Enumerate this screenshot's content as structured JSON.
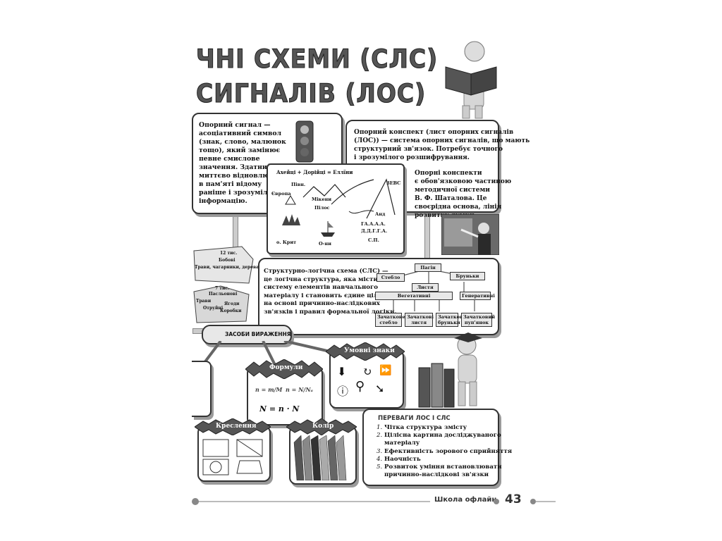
{
  "title": {
    "line1": "ЧНІ СХЕМИ (СЛС)",
    "line2": "СИГНАЛІВ (ЛОС)"
  },
  "support_signal": {
    "text": [
      "Опорний сигнал —",
      "асоціативний символ",
      "(знак, слово, малюнок",
      "тощо), який замінює",
      "певне смислове",
      "значення. Здатний",
      "миттєво відновлювати",
      "в пам'яті відому",
      "раніше і зрозумілу",
      "інформацію."
    ]
  },
  "support_notes": {
    "text": [
      "Опорний конспект (лист опорних сигналів",
      "(ЛОС)) — система опорних сигналів, що мають",
      "структурний зв'язок. Потребує точного",
      "і зрозумілого розшифрування."
    ],
    "text2": [
      "Опорні конспекти",
      "є обов'язковою частиною",
      "методичної системи",
      "В. Ф. Шаталова. Це",
      "своєрідна основа, лінія",
      "розвитку думки."
    ]
  },
  "map_diagram": {
    "header": "Ахейці + Дорійці = Еллїни",
    "labels": [
      "Півн.",
      "Європа",
      "Мікени",
      "Пілос",
      "ЗЕВС",
      "Анд",
      "о. Крит",
      "О-ни",
      "ГА.А.А.А.",
      "Д.Д.Г.Г.А.",
      "С.П."
    ]
  },
  "left_scraps": {
    "top": [
      "12 тис.",
      "Бобові",
      "Трави, чагарники, дерева"
    ],
    "bottom": [
      "7 тис.",
      "Пасльонові",
      "Трави",
      "Отруйні",
      "Ягоди",
      "Коробки"
    ]
  },
  "slc": {
    "text": [
      "Структурно-логічна схема (СЛС) —",
      "це логічна структура, яка містить",
      "систему елементів навчального",
      "матеріалу і становить єдине ціле",
      "на основі причинно-наслідкових",
      "зв'язків і правил формальної логіки."
    ],
    "nodes": {
      "root": "Пагін",
      "stem": "Стебло",
      "leaf": "Листя",
      "buds": "Бруньки",
      "veg": "Вегетативні",
      "gen": "Генеративні",
      "b1": "Зачаткове стебло",
      "b2": "Зачаткові листя",
      "b3": "Зачаткові бруньки",
      "b4": "Зачатковий пуп'янок"
    }
  },
  "means": {
    "banner": "ЗАСОБИ ВИРАЖЕННЯ",
    "symbols": "Умовні знаки",
    "formulas": "Формули",
    "formula_main": "N = n · N",
    "formula_side": [
      "n = m/M",
      "n = N/Nₐ"
    ],
    "drawing": "Креслення",
    "color": "Колір"
  },
  "advantages": {
    "title": "ПЕРЕВАГИ ЛОС І СЛС",
    "items": [
      {
        "n": "1.",
        "text": "Чітка структура змісту"
      },
      {
        "n": "2.",
        "text": "Цілісна картина досліджуваного"
      },
      {
        "n": "",
        "text": "матеріалу"
      },
      {
        "n": "3.",
        "text": "Ефективність зорового сприйняття"
      },
      {
        "n": "4.",
        "text": "Наочність"
      },
      {
        "n": "5.",
        "text": "Розвиток уміння встановлювати"
      },
      {
        "n": "",
        "text": "причинно-наслідкові зв'язки"
      }
    ]
  },
  "footer": {
    "brand": "Школа офлайн",
    "page": "43"
  }
}
